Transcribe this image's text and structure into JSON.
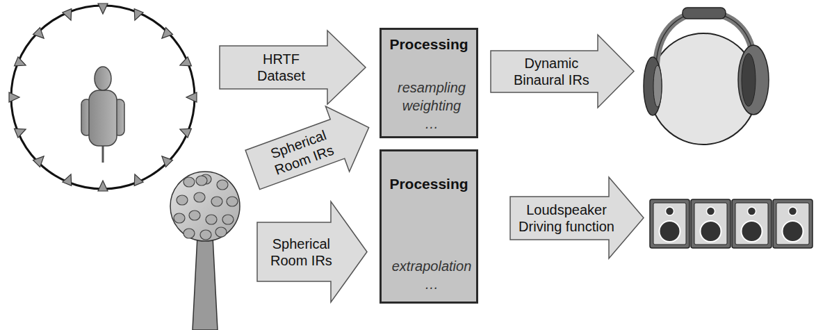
{
  "diagram": {
    "nodes": [
      {
        "text": [
          "HRTF Dataset"
        ]
      },
      {
        "text": [
          "Processing",
          "resampling weighting …"
        ]
      },
      {
        "text": [
          "Dynamic Binaural IRs"
        ]
      },
      {
        "text": [
          "Spherical Room IRs"
        ]
      },
      {
        "text": [
          "Spherical Room IRs"
        ]
      },
      {
        "text": [
          "Processing",
          "extrapolation …"
        ]
      },
      {
        "text": [
          "Loudspeaker Driving function"
        ]
      }
    ]
  }
}
